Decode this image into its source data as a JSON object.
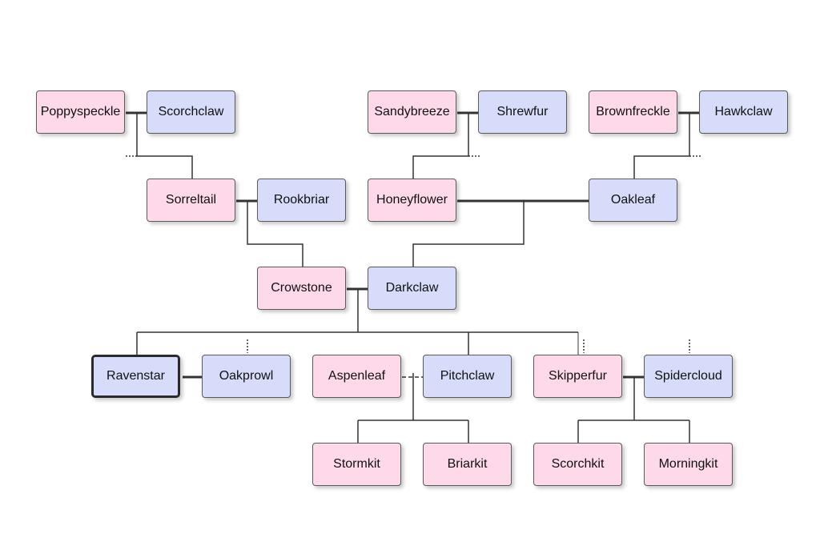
{
  "colors": {
    "female": "#fdd9ea",
    "male": "#d6dcfa",
    "line": "#333333",
    "selected_border": "#2a2a2a"
  },
  "selected": "ravenstar",
  "people": [
    {
      "id": "poppyspeckle",
      "name": "Poppyspeckle",
      "sex": "female"
    },
    {
      "id": "scorchclaw",
      "name": "Scorchclaw",
      "sex": "male"
    },
    {
      "id": "sandybreeze",
      "name": "Sandybreeze",
      "sex": "female"
    },
    {
      "id": "shrewfur",
      "name": "Shrewfur",
      "sex": "male"
    },
    {
      "id": "brownfreckle",
      "name": "Brownfreckle",
      "sex": "female"
    },
    {
      "id": "hawkclaw",
      "name": "Hawkclaw",
      "sex": "male"
    },
    {
      "id": "sorreltail",
      "name": "Sorreltail",
      "sex": "female"
    },
    {
      "id": "rookbriar",
      "name": "Rookbriar",
      "sex": "male"
    },
    {
      "id": "honeyflower",
      "name": "Honeyflower",
      "sex": "female"
    },
    {
      "id": "oakleaf",
      "name": "Oakleaf",
      "sex": "male"
    },
    {
      "id": "crowstone",
      "name": "Crowstone",
      "sex": "female"
    },
    {
      "id": "darkclaw",
      "name": "Darkclaw",
      "sex": "male"
    },
    {
      "id": "ravenstar",
      "name": "Ravenstar",
      "sex": "male"
    },
    {
      "id": "oakprowl",
      "name": "Oakprowl",
      "sex": "male"
    },
    {
      "id": "aspenleaf",
      "name": "Aspenleaf",
      "sex": "female"
    },
    {
      "id": "pitchclaw",
      "name": "Pitchclaw",
      "sex": "male"
    },
    {
      "id": "skipperfur",
      "name": "Skipperfur",
      "sex": "female"
    },
    {
      "id": "spidercloud",
      "name": "Spidercloud",
      "sex": "male"
    },
    {
      "id": "stormkit",
      "name": "Stormkit",
      "sex": "female"
    },
    {
      "id": "briarkit",
      "name": "Briarkit",
      "sex": "female"
    },
    {
      "id": "scorchkit",
      "name": "Scorchkit",
      "sex": "female"
    },
    {
      "id": "morningkit",
      "name": "Morningkit",
      "sex": "female"
    }
  ],
  "couples": [
    {
      "partners": [
        "poppyspeckle",
        "scorchclaw"
      ],
      "type": "married",
      "children": [
        "sorreltail"
      ],
      "more_children": true
    },
    {
      "partners": [
        "sandybreeze",
        "shrewfur"
      ],
      "type": "married",
      "children": [
        "honeyflower"
      ],
      "more_children": true
    },
    {
      "partners": [
        "brownfreckle",
        "hawkclaw"
      ],
      "type": "married",
      "children": [
        "oakleaf"
      ],
      "more_children": true
    },
    {
      "partners": [
        "sorreltail",
        "rookbriar"
      ],
      "type": "married",
      "children": [
        "crowstone"
      ],
      "more_children": false
    },
    {
      "partners": [
        "honeyflower",
        "oakleaf"
      ],
      "type": "married",
      "children": [
        "darkclaw"
      ],
      "more_children": false
    },
    {
      "partners": [
        "crowstone",
        "darkclaw"
      ],
      "type": "married",
      "children": [
        "ravenstar",
        "pitchclaw",
        "skipperfur"
      ],
      "more_children": false
    },
    {
      "partners": [
        "ravenstar",
        "oakprowl"
      ],
      "type": "married",
      "children": [],
      "more_children": false
    },
    {
      "partners": [
        "aspenleaf",
        "pitchclaw"
      ],
      "type": "partners",
      "children": [
        "stormkit",
        "briarkit"
      ],
      "more_children": false
    },
    {
      "partners": [
        "skipperfur",
        "spidercloud"
      ],
      "type": "married",
      "children": [
        "scorchkit",
        "morningkit"
      ],
      "more_children": false
    }
  ],
  "parents_not_shown": [
    "oakprowl",
    "skipperfur",
    "spidercloud"
  ]
}
